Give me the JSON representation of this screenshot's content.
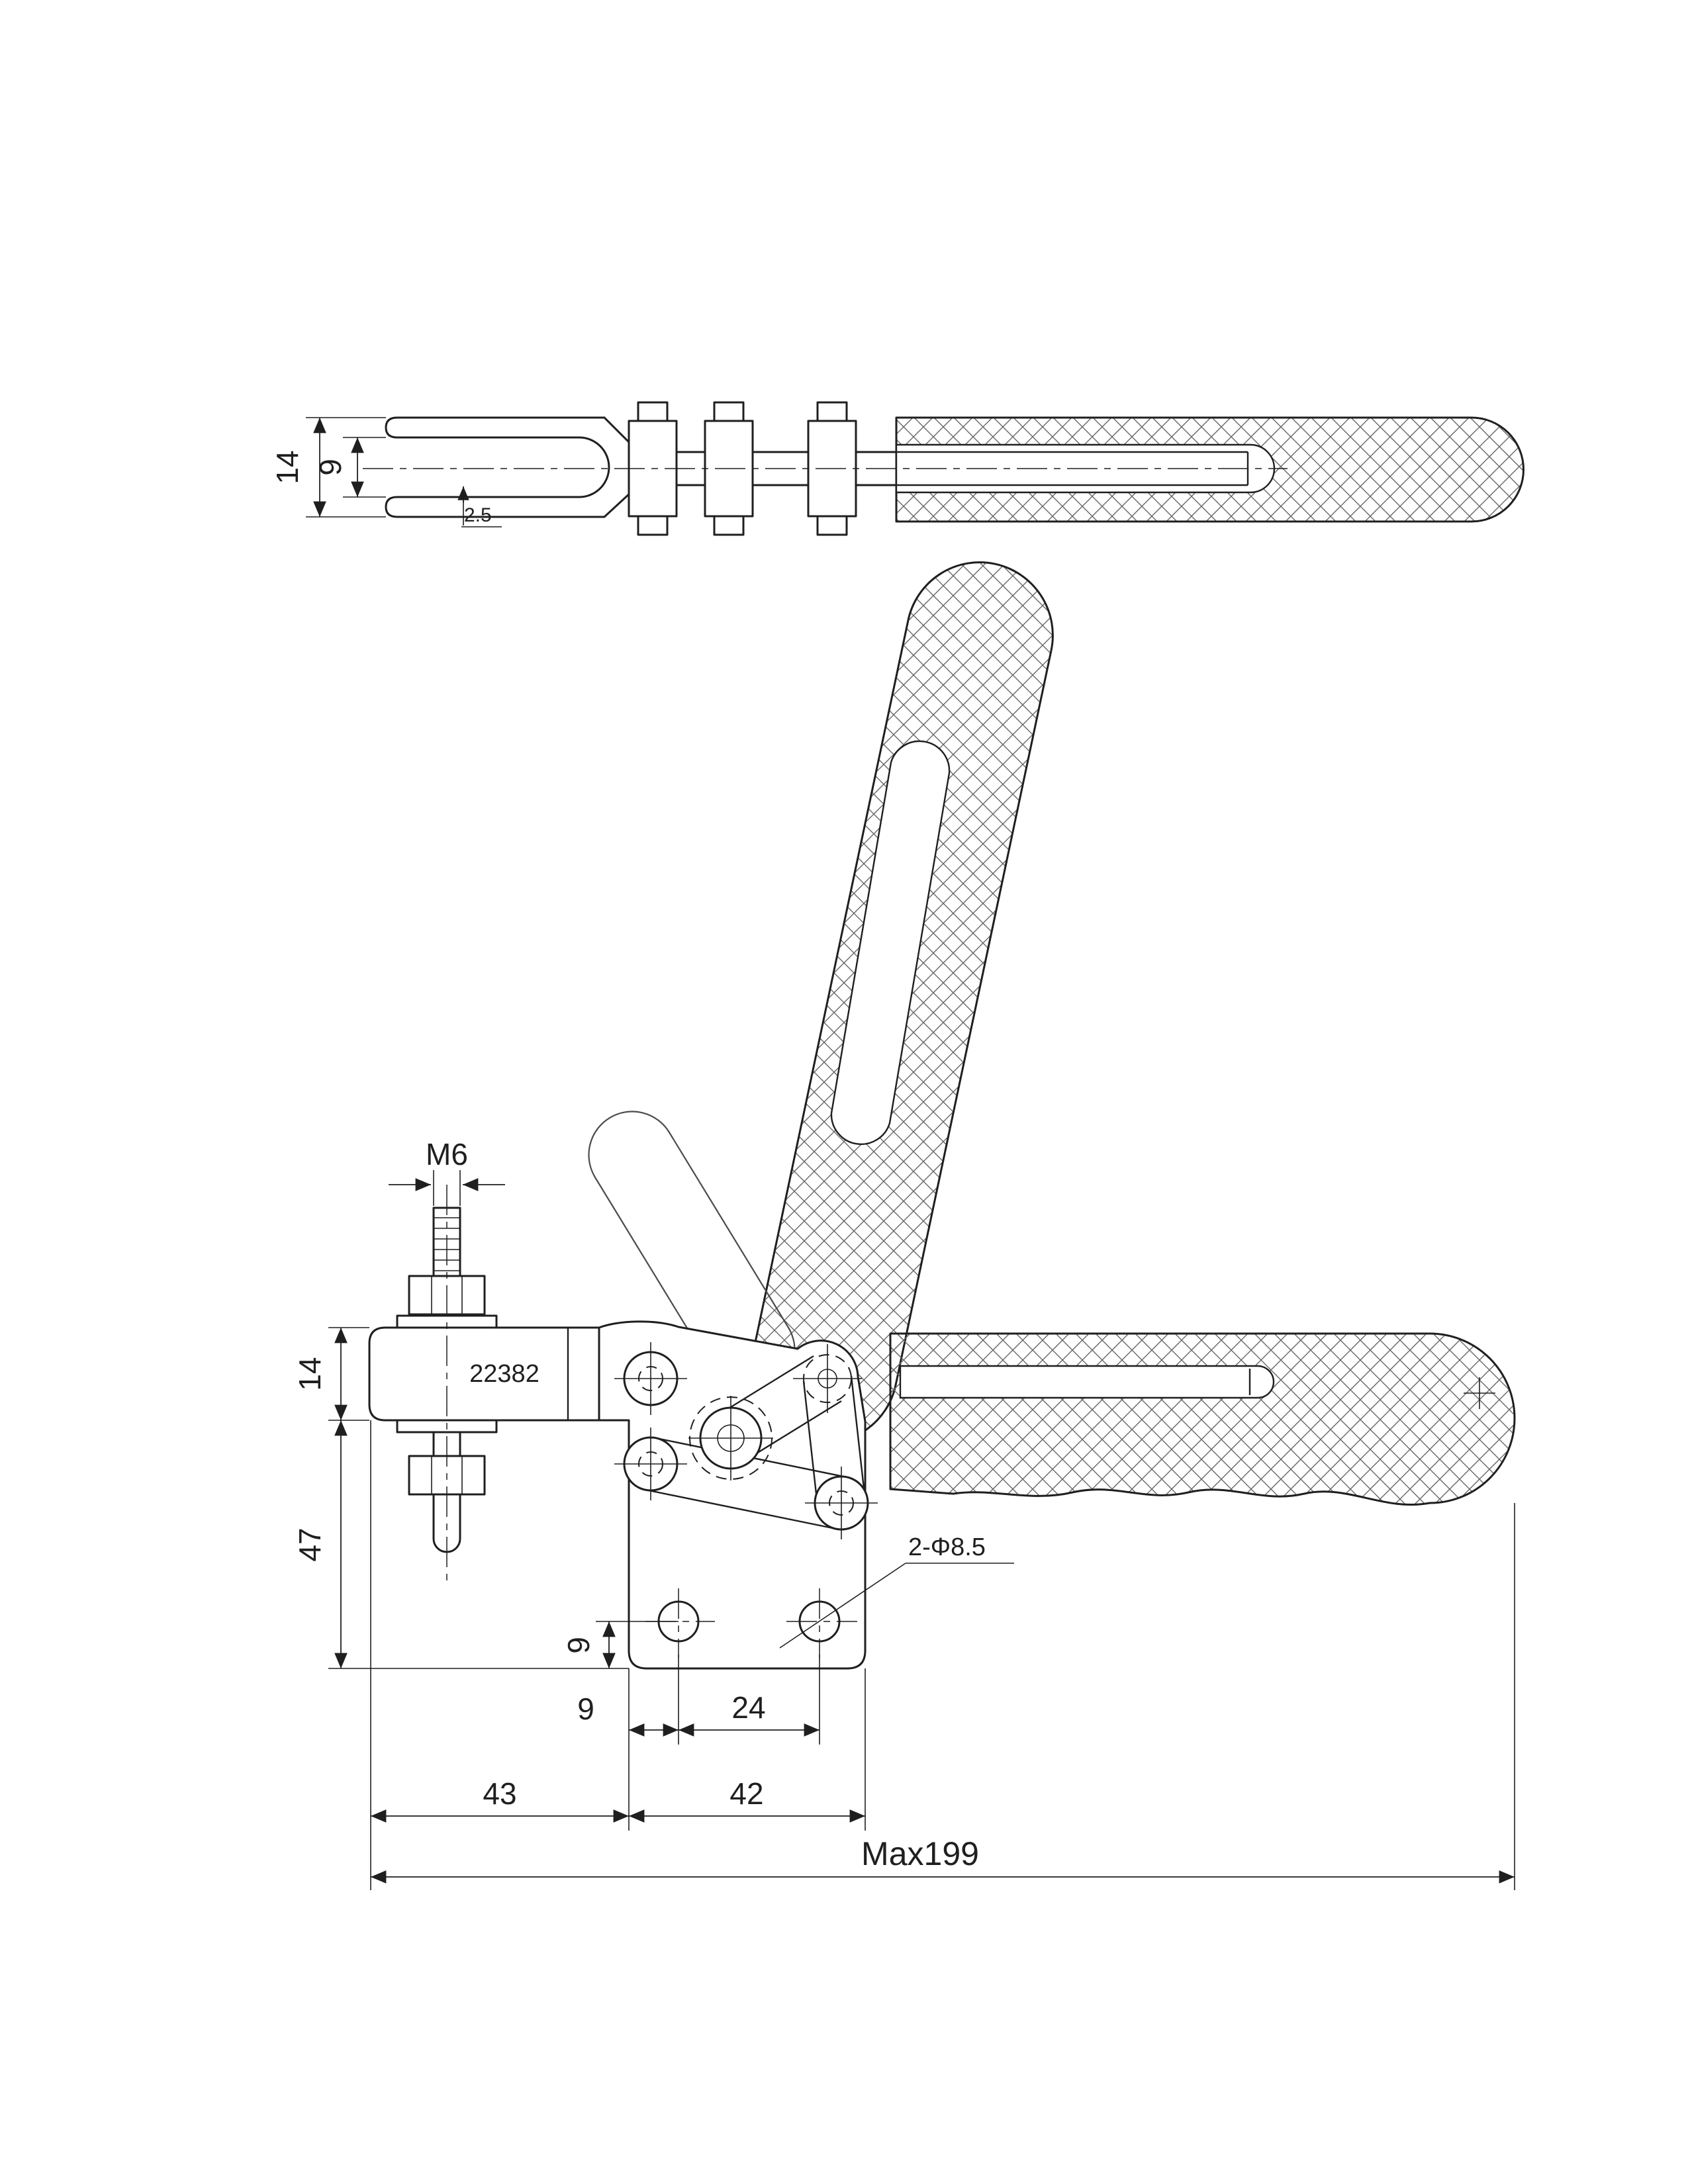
{
  "drawing": {
    "colors": {
      "ink": "#1f1f1f",
      "hatch": "#666666",
      "paper": "#ffffff"
    },
    "model": "22382",
    "top_view": {
      "dim_total_height": "14",
      "dim_bar_height": "9",
      "dim_offset": "2.5"
    },
    "front_view": {
      "model_label": "22382",
      "dim_spindle_thread": "M6",
      "dim_arm_thickness": "14",
      "dim_height": "47",
      "dim_hole_to_bottom": "9",
      "dim_hole_to_edge": "9",
      "dim_hole_spacing": "24",
      "dim_edge_to_base": "43",
      "dim_base_width": "42",
      "dim_overall": "Max199",
      "dim_mounting_holes": "2-Φ8.5"
    }
  }
}
